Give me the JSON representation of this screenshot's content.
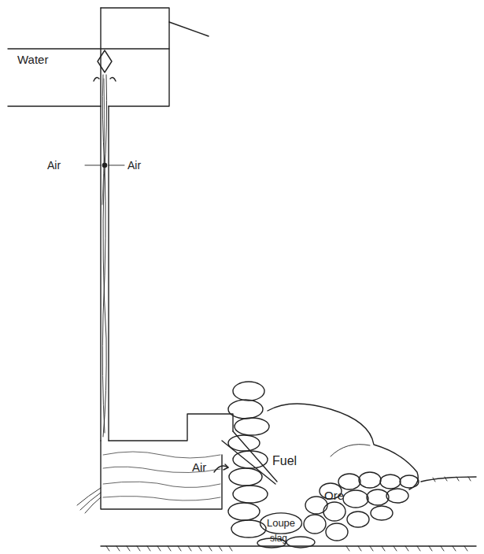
{
  "diagram": {
    "nodes": [
      {
        "text": [
          "Loupe"
        ]
      }
    ],
    "labels": [
      "Water",
      "Air",
      "Air",
      "Air",
      "Fuel",
      "Ore",
      "slag"
    ]
  }
}
